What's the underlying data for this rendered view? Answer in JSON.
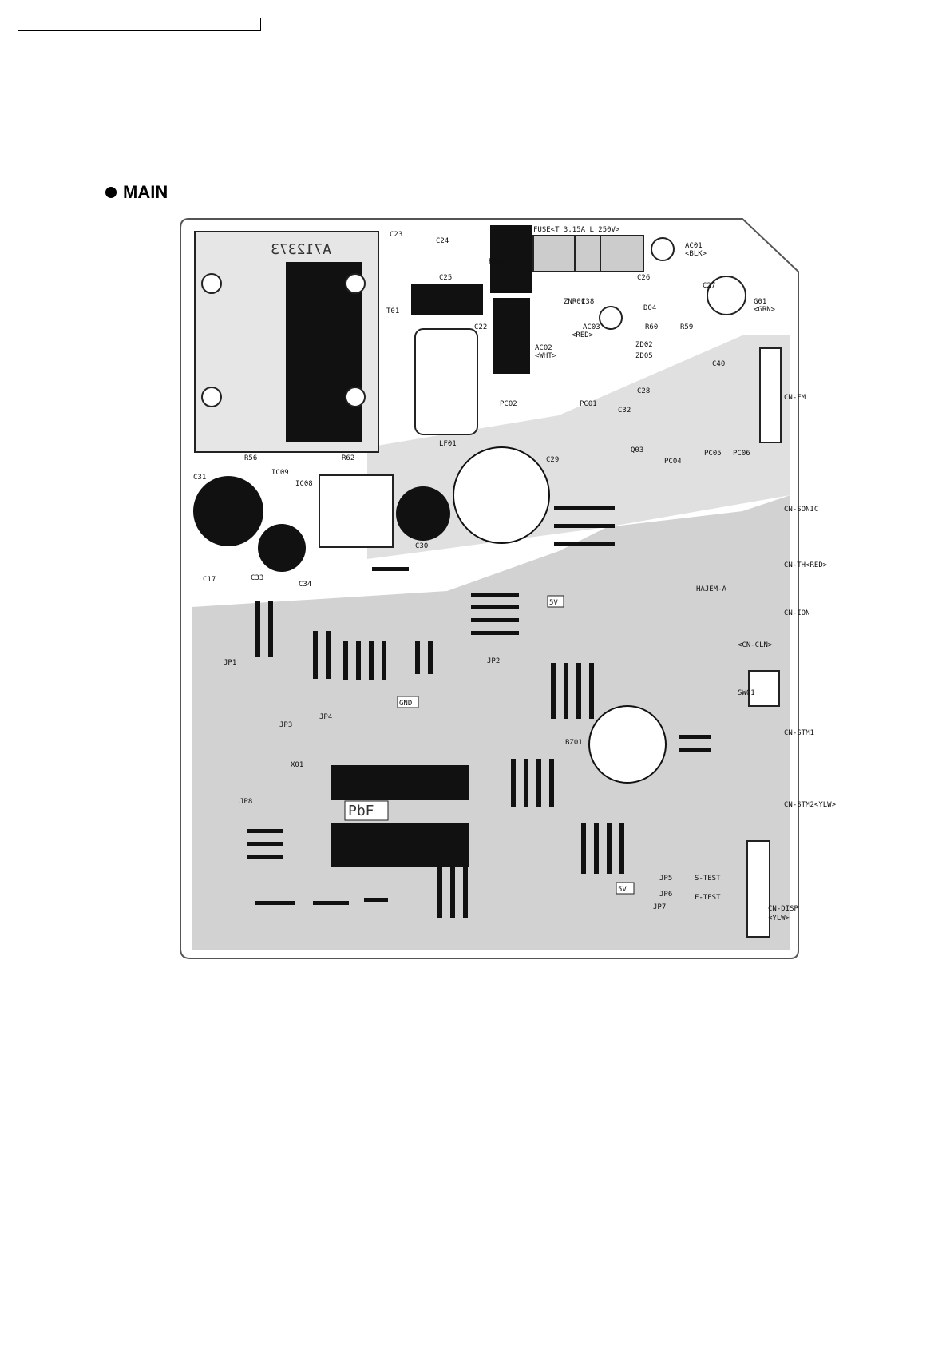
{
  "header": {
    "box_text": ""
  },
  "section": {
    "title": "MAIN"
  },
  "board": {
    "part_code": "A712373",
    "labels": {
      "C23": "C23",
      "C24": "C24",
      "C25": "C25",
      "R138": "R138",
      "fuse": "FUSE<T 3.15A L 250V>",
      "AC01": "AC01",
      "AC01_note": "<BLK>",
      "C26": "C26",
      "C27": "C27",
      "G01": "G01",
      "G01_note": "<GRN>",
      "ZNR01": "ZNR01",
      "C38": "C38",
      "T01": "T01",
      "C22": "C22",
      "AC03": "AC03",
      "AC03_note": "<RED>",
      "AC02": "AC02",
      "AC02_note": "<WHT>",
      "D04": "D04",
      "R60": "R60",
      "R59": "R59",
      "ZD02": "ZD02",
      "ZD05": "ZD05",
      "C40": "C40",
      "CN-FM": "CN-FM",
      "PC02": "PC02",
      "PC01": "PC01",
      "C28": "C28",
      "C32": "C32",
      "LF01": "LF01",
      "Q03": "Q03",
      "R56": "R56",
      "R62": "R62",
      "C31": "C31",
      "IC09": "IC09",
      "IC08": "IC08",
      "C29": "C29",
      "PC04": "PC04",
      "PC05": "PC05",
      "PC06": "PC06",
      "CN-SONIC": "CN-SONIC",
      "CN-TH": "CN-TH<RED>",
      "C30": "C30",
      "C17": "C17",
      "C33": "C33",
      "C34": "C34",
      "HAJEM-A": "HAJEM-A",
      "CN-ION": "CN-ION",
      "CN-CLN": "<CN-CLN>",
      "5V": "5V",
      "JP1": "JP1",
      "JP2": "JP2",
      "SW01": "SW01",
      "GND": "GND",
      "JP3": "JP3",
      "JP4": "JP4",
      "CN-STM1": "CN-STM1",
      "BZ01": "BZ01",
      "X01": "X01",
      "CN-STM2": "CN-STM2<YLW>",
      "JP8": "JP8",
      "PbF": "PbF",
      "5V_b": "5V",
      "JP5": "JP5",
      "S-TEST": "S-TEST",
      "JP6": "JP6",
      "F-TEST": "F-TEST",
      "JP7": "JP7",
      "CN-DISP": "CN-DISP",
      "CN-DISP_note": "<YLW>"
    }
  }
}
